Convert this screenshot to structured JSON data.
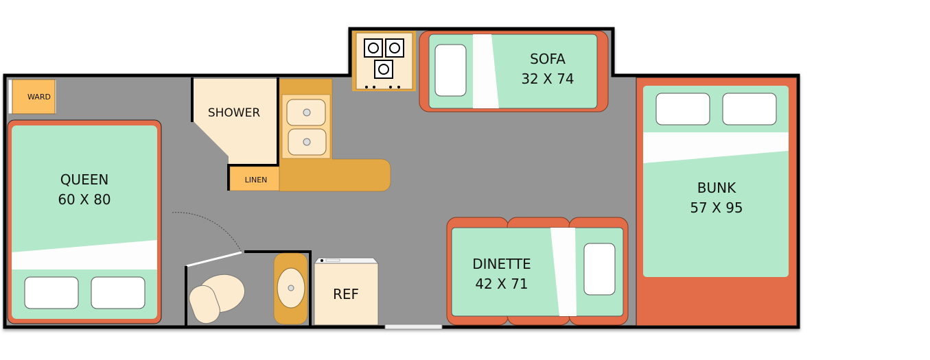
{
  "title": "RV floor plan",
  "colors": {
    "floor": "#959595",
    "wall": "#000000",
    "mattress": "#b3e8cb",
    "bed_frame": "#e36d48",
    "cabinet": "#fcc062",
    "counter": "#e3a743",
    "fixture": "#fdebcf"
  },
  "rooms": {
    "wardrobe": "WARD",
    "shower": "SHOWER",
    "linen": "LINEN",
    "refrigerator": "REF",
    "queen_bed": {
      "name": "QUEEN",
      "size": "60 X 80"
    },
    "sofa": {
      "name": "SOFA",
      "size": "32 X 74"
    },
    "bunk": {
      "name": "BUNK",
      "size": "57 X 95"
    },
    "dinette": {
      "name": "DINETTE",
      "size": "42 X 71"
    }
  }
}
